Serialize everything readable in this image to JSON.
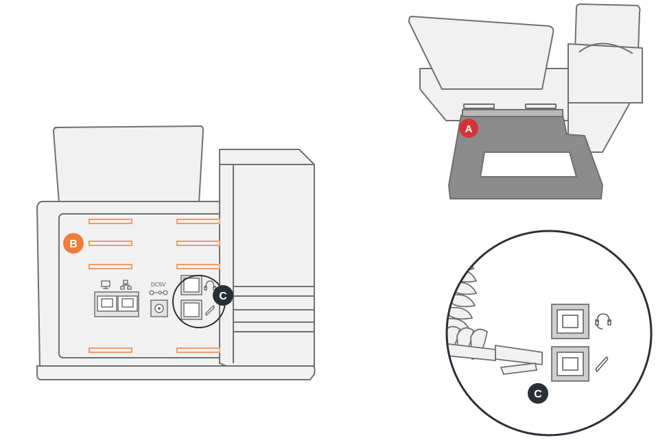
{
  "colors": {
    "outline": "#6f6f6f",
    "body_fill": "#f1f1f1",
    "slot_orange": "#f39a6a",
    "badge_red": "#d63338",
    "badge_orange": "#f07c3c",
    "badge_dark": "#2a2f36",
    "stand_gray": "#8c8c8c"
  },
  "callouts": {
    "a": "A",
    "b": "B",
    "c_rear": "C",
    "c_zoom": "C"
  },
  "power_label": "DC5V",
  "icons": {
    "pc_port": "monitor-icon",
    "lan_port": "network-icon",
    "headset_port": "headset-icon",
    "handset_port": "handset-icon"
  }
}
